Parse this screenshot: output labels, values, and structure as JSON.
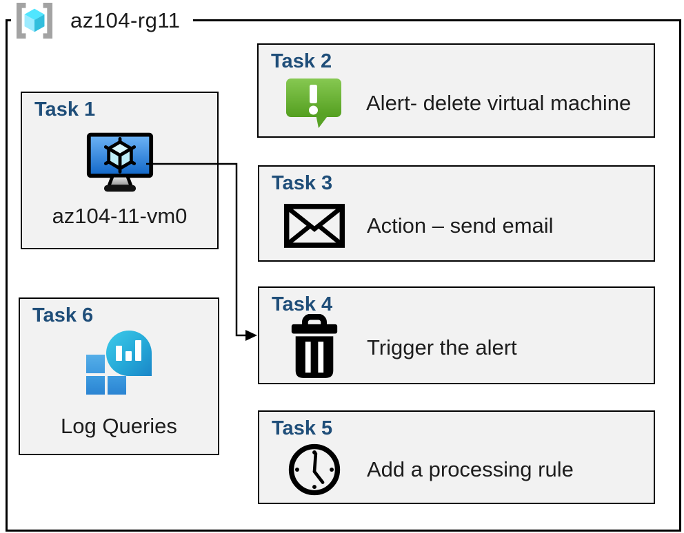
{
  "header": {
    "title": "az104-rg11",
    "icon": "resource-group-icon"
  },
  "tasks": [
    {
      "title": "Task 1",
      "label": "az104-11-vm0",
      "icon": "virtual-machine-icon"
    },
    {
      "title": "Task 2",
      "label": "Alert- delete virtual machine",
      "icon": "alert-message-icon"
    },
    {
      "title": "Task 3",
      "label": "Action – send email",
      "icon": "email-envelope-icon"
    },
    {
      "title": "Task 4",
      "label": "Trigger the alert",
      "icon": "trash-icon"
    },
    {
      "title": "Task 5",
      "label": "Add a processing rule",
      "icon": "clock-icon"
    },
    {
      "title": "Task 6",
      "label": "Log Queries",
      "icon": "log-analytics-icon"
    }
  ],
  "connector": {
    "from": "Task 1",
    "to": "Task 4",
    "style": "elbow-arrow"
  },
  "colors": {
    "task_title_blue": "#1F4E79",
    "box_fill": "#F2F2F2",
    "box_border": "#000000",
    "alert_green_top": "#7FC449",
    "alert_green_bottom": "#549F20",
    "vm_screen_blue_top": "#66B0F5",
    "vm_screen_blue_bottom": "#1066C8",
    "log_drop_teal": "#25A9D8",
    "log_square_blue": "#2B84D2",
    "rg_cube_top": "#50E6FF",
    "rg_cube_left": "#9CEBFF",
    "rg_cube_right": "#32BEDD",
    "rg_bracket_gray": "#A3A3A3"
  }
}
